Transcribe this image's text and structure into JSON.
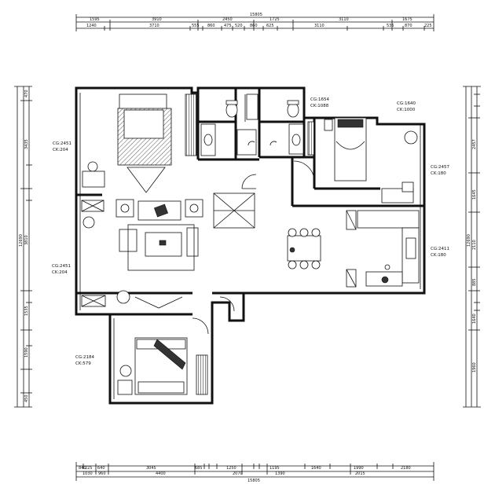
{
  "dimensions": {
    "top_total": "15805",
    "top_row1": [
      "1595",
      "3910",
      "2450",
      "1725",
      "3110",
      "1675"
    ],
    "top_row2": [
      "1240",
      "3710",
      "555",
      "860",
      "475",
      "520",
      "860",
      "625",
      "3110",
      "535",
      "870",
      "225"
    ],
    "bottom_total": "15805",
    "bottom_row1": [
      "840",
      "225",
      "640",
      "3045",
      "685",
      "1250",
      "1195",
      "1640",
      "1990",
      "2180"
    ],
    "bottom_row2": [
      "1030",
      "960",
      "4400",
      "2070",
      "1390",
      "2015"
    ],
    "left_total": "12690",
    "left_row": [
      "470",
      "3435",
      "3810",
      "1535",
      "1590",
      "450"
    ],
    "right_total": "12690",
    "right_row": [
      "2457",
      "1645",
      "2110",
      "885",
      "1640",
      "1960"
    ]
  },
  "rooms": {
    "master_bedroom": {
      "cg": "CG:2451",
      "ck": "CK:204"
    },
    "living_left": {
      "cg": "CG:2451",
      "ck": "CK:204"
    },
    "bath": {
      "cg": "CG:1654",
      "ck": "CK:1088"
    },
    "bedroom_ne": {
      "cg": "CG:1640",
      "ck": "CK:1000"
    },
    "east_side": {
      "cg": "CG:2457",
      "ck": "CK:180"
    },
    "kitchen_side": {
      "cg": "CG:2411",
      "ck": "CK:180"
    },
    "bedroom_sw": {
      "cg": "CG:2184",
      "ck": "CK:579"
    }
  }
}
